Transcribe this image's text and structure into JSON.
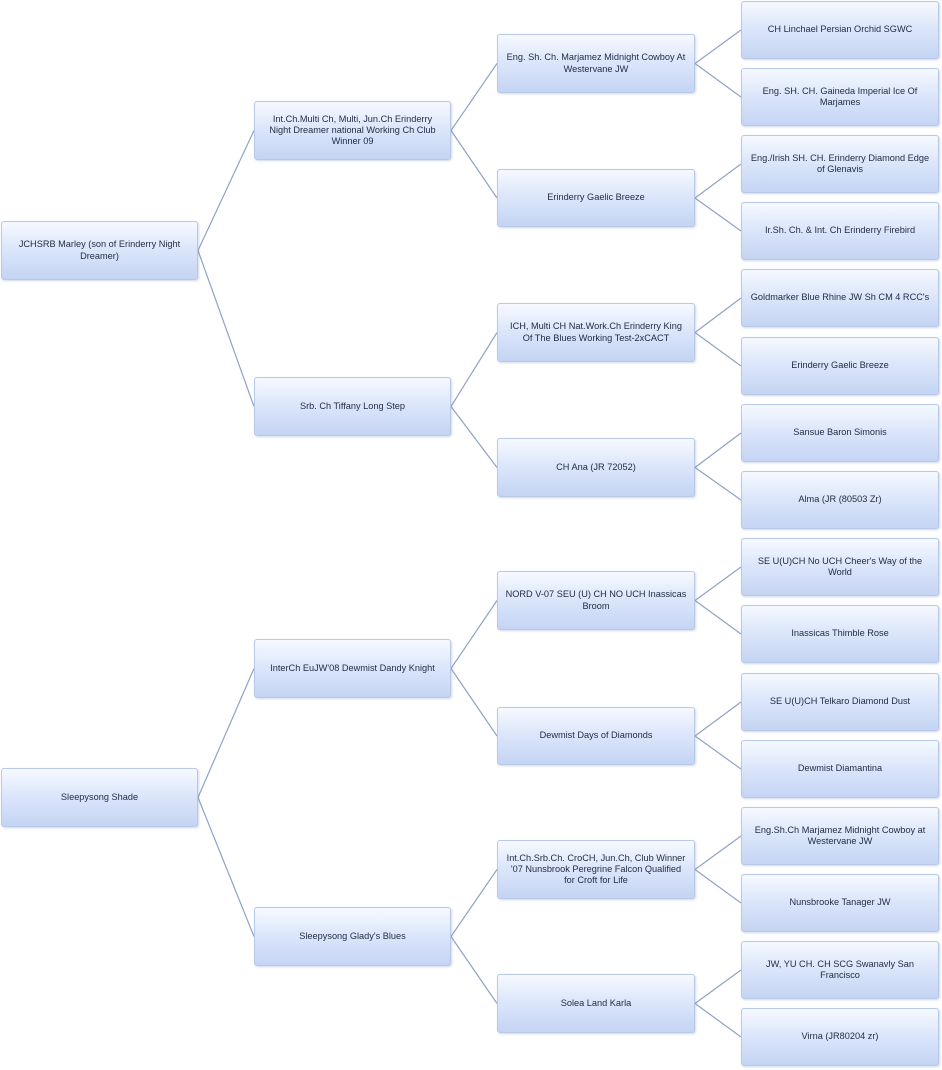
{
  "pedigree": {
    "sire": {
      "label": "JCHSRB Marley (son of Erinderry Night Dreamer)",
      "sire": {
        "label": "Int.Ch.Multi Ch, Multi, Jun.Ch Erinderry Night Dreamer national Working Ch Club Winner 09",
        "sire": {
          "label": "Eng. Sh. Ch. Marjamez Midnight Cowboy At Westervane JW",
          "sire": "CH Linchael Persian Orchid SGWC",
          "dam": "Eng. SH. CH. Gaineda Imperial Ice Of Marjames"
        },
        "dam": {
          "label": "Erinderry Gaelic Breeze",
          "sire": "Eng./Irish SH. CH. Erinderry Diamond Edge of Glenavis",
          "dam": "Ir.Sh. Ch. & Int. Ch Erinderry Firebird"
        }
      },
      "dam": {
        "label": "Srb. Ch Tiffany Long Step",
        "sire": {
          "label": "ICH, Multi CH Nat.Work.Ch Erinderry King Of The Blues Working Test-2xCACT",
          "sire": "Goldmarker Blue Rhine JW Sh CM 4 RCC's",
          "dam": "Erinderry Gaelic Breeze"
        },
        "dam": {
          "label": "CH Ana (JR 72052)",
          "sire": "Sansue Baron Simonis",
          "dam": "Alma (JR (80503 Zr)"
        }
      }
    },
    "dam": {
      "label": "Sleepysong Shade",
      "sire": {
        "label": "InterCh EuJW'08 Dewmist Dandy Knight",
        "sire": {
          "label": "NORD V-07 SEU (U) CH NO UCH Inassicas Broom",
          "sire": "SE U(U)CH No UCH Cheer's Way of the World",
          "dam": "Inassicas Thimble Rose"
        },
        "dam": {
          "label": "Dewmist Days of Diamonds",
          "sire": "SE U(U)CH Telkaro Diamond Dust",
          "dam": "Dewmist Diamantina"
        }
      },
      "dam": {
        "label": "Sleepysong Glady's Blues",
        "sire": {
          "label": "Int.Ch.Srb.Ch. CroCH, Jun.Ch, Club Winner '07 Nunsbrook Peregrine Falcon Qualified for Croft for Life",
          "sire": "Eng.Sh.Ch Marjamez Midnight Cowboy at Westervane JW",
          "dam": "Nunsbrooke Tanager JW"
        },
        "dam": {
          "label": "Solea Land Karla",
          "sire": "JW, YU CH. CH SCG Swanavly San Francisco",
          "dam": "Virna (JR80204 zr)"
        }
      }
    }
  },
  "colors": {
    "node_top": "#f6f9ff",
    "node_bottom": "#c4d4f3",
    "node_border": "#b7c8e8",
    "connector": "#8fa3c7",
    "text": "#1f2a44"
  }
}
